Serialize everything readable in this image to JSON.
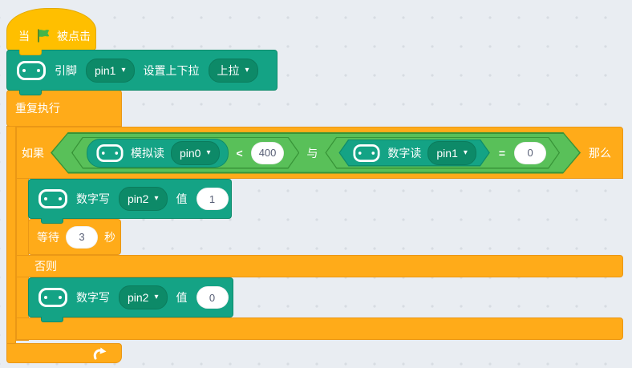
{
  "colors": {
    "canvas_bg": "#E9EDF2",
    "events_yellow": "#FFBF00",
    "control_orange": "#FFAB19",
    "pin_teal": "#14A385",
    "operator_green": "#59C059",
    "input_text": "#575E75"
  },
  "blocks": {
    "when_flag_clicked": {
      "prefix": "当",
      "suffix": "被点击"
    },
    "set_pull": {
      "pin_label": "引脚",
      "pin_value": "pin1",
      "pull_label": "设置上下拉",
      "pull_value": "上拉"
    },
    "forever": {
      "label": "重复执行"
    },
    "if_else": {
      "if_label": "如果",
      "then_label": "那么",
      "else_label": "否则"
    },
    "condition": {
      "operator": "与",
      "left": {
        "read_label": "模拟读",
        "pin_value": "pin0",
        "comparator": "<",
        "value": "400"
      },
      "right": {
        "read_label": "数字读",
        "pin_value": "pin1",
        "comparator": "=",
        "value": "0"
      }
    },
    "digital_write_on": {
      "label": "数字写",
      "pin_value": "pin2",
      "value_label": "值",
      "value": "1"
    },
    "wait": {
      "label": "等待",
      "value": "3",
      "unit": "秒"
    },
    "digital_write_off": {
      "label": "数字写",
      "pin_value": "pin2",
      "value_label": "值",
      "value": "0"
    }
  },
  "icons": {
    "dropdown_caret": "▾"
  }
}
